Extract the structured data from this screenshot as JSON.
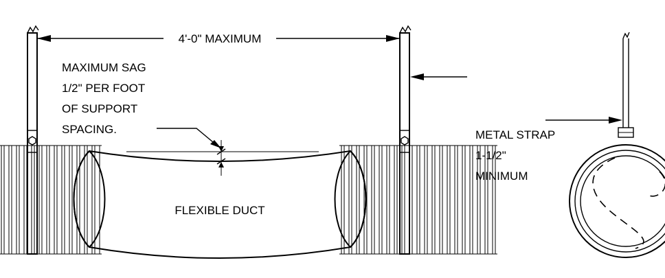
{
  "labels": {
    "dimension": "4'-0\" MAXIMUM",
    "sag_line1": "MAXIMUM SAG",
    "sag_line2": "1/2\" PER FOOT",
    "sag_line3": "OF SUPPORT",
    "sag_line4": "SPACING.",
    "strap_line1": "METAL STRAP",
    "strap_line2": "1-1/2\"",
    "strap_line3": "MINIMUM",
    "duct": "FLEXIBLE DUCT"
  }
}
